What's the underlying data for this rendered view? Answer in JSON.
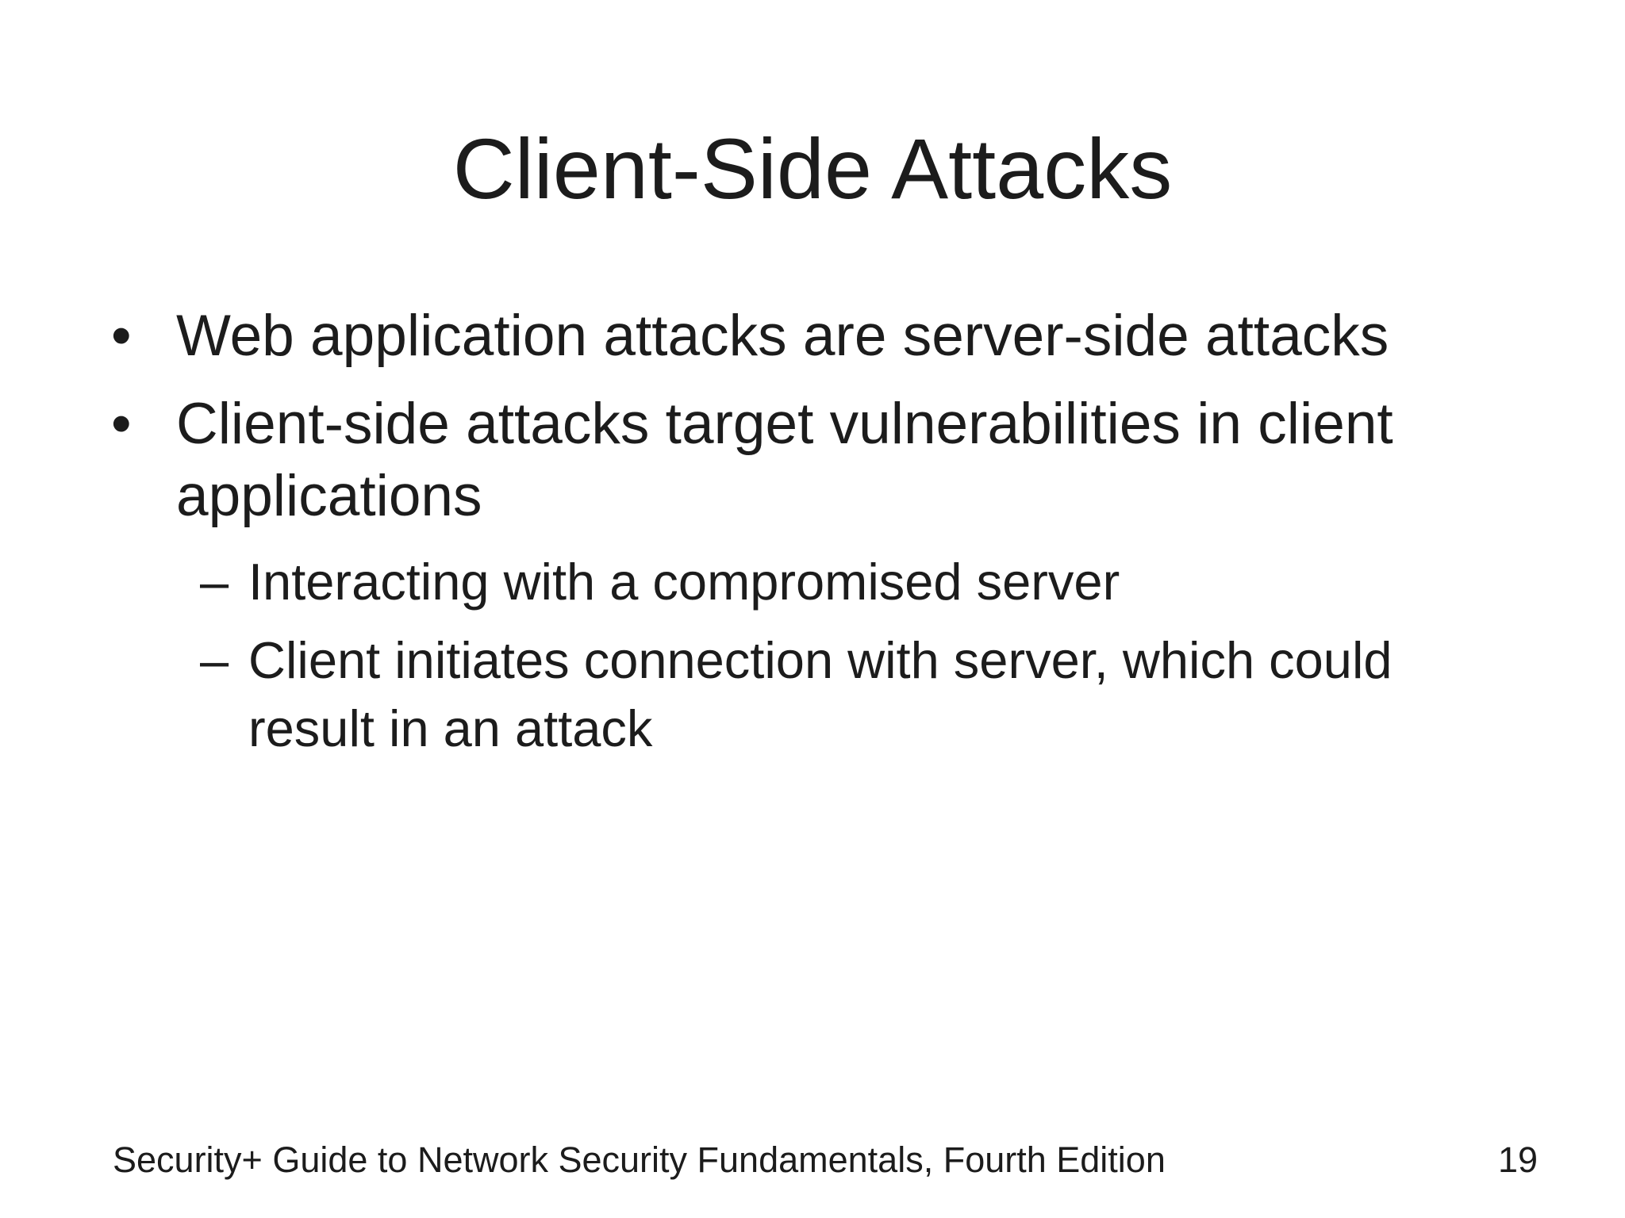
{
  "slide": {
    "title": "Client-Side Attacks",
    "markers": {
      "level1": "•",
      "level2": "–"
    },
    "bullets": [
      {
        "level": 1,
        "text": "Web application attacks are server-side attacks"
      },
      {
        "level": 1,
        "text": "Client-side attacks target vulnerabilities in client applications"
      },
      {
        "level": 2,
        "text": "Interacting with a compromised server"
      },
      {
        "level": 2,
        "text": "Client initiates connection with server, which could result in an attack"
      }
    ],
    "footer": {
      "left": "Security+ Guide to Network Security Fundamentals, Fourth Edition",
      "page_number": "19"
    },
    "colors": {
      "background": "#ffffff",
      "text": "#1c1c1c"
    }
  }
}
